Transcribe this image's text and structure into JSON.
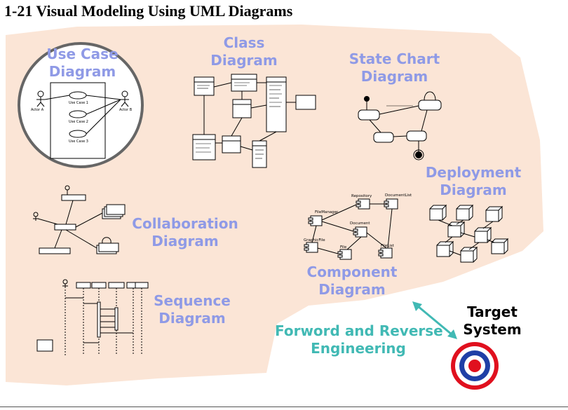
{
  "title": "1-21 Visual Modeling Using UML Diagrams",
  "colors": {
    "background_blob": "#fbe5d6",
    "label": "#8f9ae6",
    "engineering_label": "#41b9b4",
    "arrow": "#41b9b4",
    "target_red": "#e0101e",
    "target_blue": "#1f3fa6"
  },
  "diagrams": {
    "use_case": {
      "line1": "Use Case",
      "line2": "Diagram",
      "actors": [
        "Actor A",
        "Actor B"
      ],
      "use_cases": [
        "Use Case 1",
        "Use Case 2",
        "Use Case 3"
      ]
    },
    "class": {
      "line1": "Class",
      "line2": "Diagram"
    },
    "state_chart": {
      "line1": "State Chart",
      "line2": "Diagram"
    },
    "deployment": {
      "line1": "Deployment",
      "line2": "Diagram"
    },
    "collaboration": {
      "line1": "Collaboration",
      "line2": "Diagram"
    },
    "component": {
      "line1": "Component",
      "line2": "Diagram",
      "parts": [
        "Repository",
        "DocumentList",
        "FileManager",
        "Document",
        "GraphicFile",
        "File",
        "FileList"
      ]
    },
    "sequence": {
      "line1": "Sequence",
      "line2": "Diagram"
    }
  },
  "engineering": {
    "line1": "Forword and Reverse",
    "line2": "Engineering"
  },
  "target": {
    "line1": "Target",
    "line2": "System"
  }
}
